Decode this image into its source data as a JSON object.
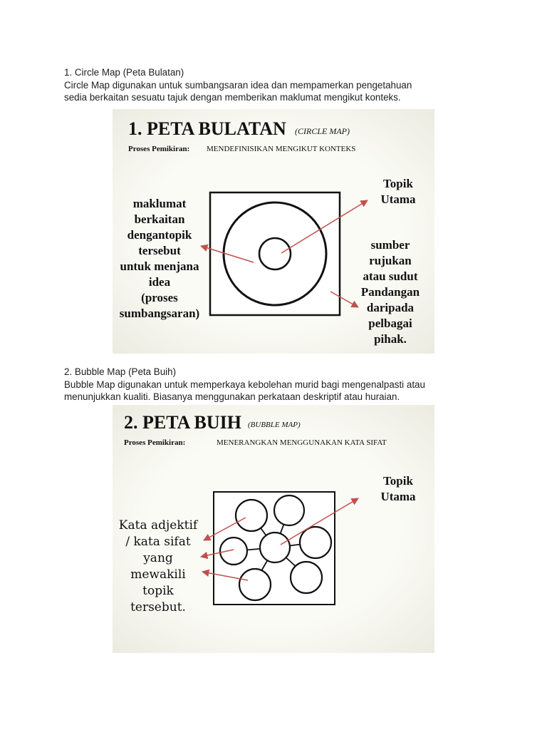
{
  "section1": {
    "heading": "1.  Circle Map (Peta Bulatan)",
    "lines": [
      "Circle Map digunakan untuk sumbangsaran idea dan mempamerkan pengetahuan",
      "sedia berkaitan sesuatu tajuk dengan memberikan maklumat mengikut konteks."
    ]
  },
  "slide1": {
    "title": "1. PETA BULATAN",
    "subtitle": "(CIRCLE MAP)",
    "process_label": "Proses Pemikiran:",
    "process_value": "MENDEFINISIKAN  MENGIKUT  KONTEKS",
    "left_label": [
      "maklumat",
      "berkaitan",
      "dengantopik",
      "tersebut",
      "untuk menjana",
      "idea",
      "(proses",
      "sumbangsaran)"
    ],
    "topic_label": [
      "Topik",
      "Utama"
    ],
    "right_label": [
      "sumber",
      "rujukan",
      "atau sudut",
      "Pandangan",
      "daripada",
      "pelbagai",
      "pihak."
    ],
    "arrow_color": "#c0504d"
  },
  "section2": {
    "heading": "2. Bubble Map (Peta Buih)",
    "lines": [
      "Bubble Map digunakan untuk memperkaya kebolehan murid bagi mengenalpasti atau",
      "menunjukkan kualiti. Biasanya menggunakan perkataan deskriptif atau huraian."
    ]
  },
  "slide2": {
    "title": "2. PETA BUIH",
    "subtitle": "(BUBBLE MAP)",
    "process_label": "Proses Pemikiran:",
    "process_value": "MENERANGKAN MENGGUNAKAN KATA SIFAT",
    "left_label": [
      "Kata adjektif",
      "/ kata sifat",
      "yang",
      "mewakili",
      "topik",
      "tersebut."
    ],
    "topic_label": [
      "Topik",
      "Utama"
    ],
    "arrow_color": "#c0504d"
  }
}
